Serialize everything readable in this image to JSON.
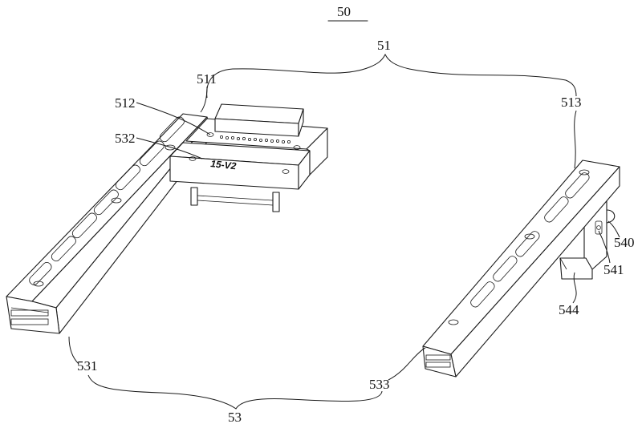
{
  "figure": {
    "title_ref": "50",
    "part_marking": "15-V2"
  },
  "labels": {
    "group_51": "51",
    "part_511": "511",
    "part_512": "512",
    "part_513": "513",
    "part_532": "532",
    "part_540": "540",
    "part_541": "541",
    "part_544": "544",
    "part_531": "531",
    "part_533": "533",
    "group_53": "53"
  }
}
